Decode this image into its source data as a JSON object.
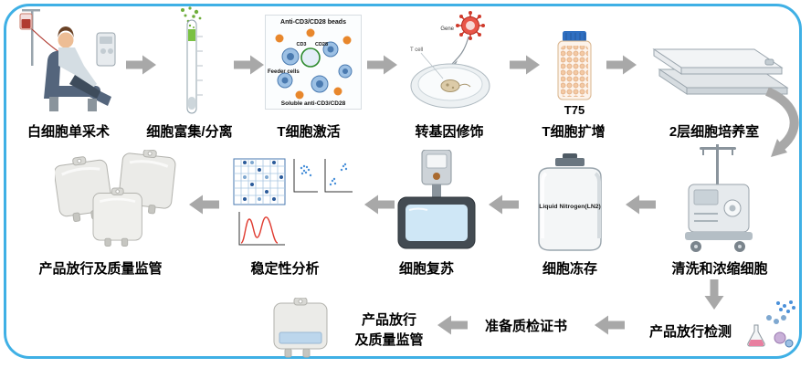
{
  "steps": {
    "leukapheresis": {
      "label": "白细胞单采术"
    },
    "enrichment": {
      "label": "细胞富集/分离"
    },
    "activation": {
      "label": "T细胞激活",
      "beads_label": "Anti-CD3/CD28 beads",
      "cd3": "CD3",
      "cd28": "CD28",
      "feeder": "Feeder cells",
      "soluble": "Soluble anti-CD3/CD28"
    },
    "gene_mod": {
      "label": "转基因修饰",
      "gene_tag": "Gene",
      "t_cell_tag": "T cell"
    },
    "expansion": {
      "label": "T细胞扩增",
      "flask_tag": "T75"
    },
    "chamber": {
      "label": "2层细胞培养室"
    },
    "wash": {
      "label": "清洗和浓缩细胞"
    },
    "cryo": {
      "label": "细胞冻存",
      "tank_tag": "Liquid Nitrogen(LN2)"
    },
    "thaw": {
      "label": "细胞复苏"
    },
    "stability": {
      "label": "稳定性分析"
    },
    "release_qc": {
      "label": "产品放行及质量监管"
    },
    "release_test": {
      "label": "产品放行检测"
    },
    "certificate": {
      "label": "准备质检证书"
    },
    "final_qc": {
      "line1": "产品放行",
      "line2": "及质量监管"
    }
  },
  "colors": {
    "frame_border": "#3fb0e5",
    "arrow": "#a8a8a8",
    "text": "#000000"
  }
}
